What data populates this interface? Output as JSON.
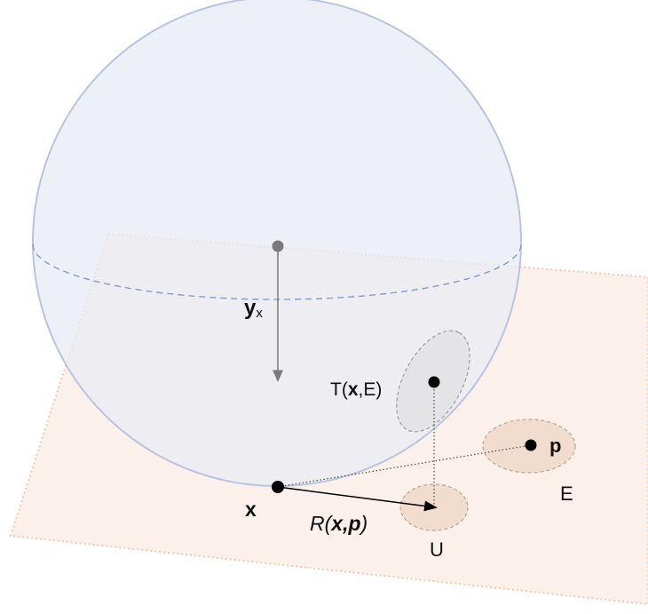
{
  "labels": {
    "y_main": "y",
    "y_sub": "x",
    "t_prefix": "T(",
    "t_bold": "x",
    "t_suffix": ",E)",
    "p": "p",
    "e": "E",
    "x": "x",
    "r_prefix": "R(",
    "r_x": "x",
    "r_comma": ",",
    "r_p": "p",
    "r_suffix": ")",
    "u": "U"
  },
  "colors": {
    "sphere_fill": "#e8ebf4",
    "sphere_stroke": "#b9c4e0",
    "equator": "#7f95cf",
    "plane_fill": "#fbefe6",
    "plane_stroke": "#f0c9ad",
    "region_fill": "#f1dccd",
    "region_stroke": "#b7a497",
    "t_region_fill": "#e2e2e5",
    "t_region_stroke": "#9a9aa0",
    "center_point": "#7a7a7a",
    "point": "#000000"
  }
}
